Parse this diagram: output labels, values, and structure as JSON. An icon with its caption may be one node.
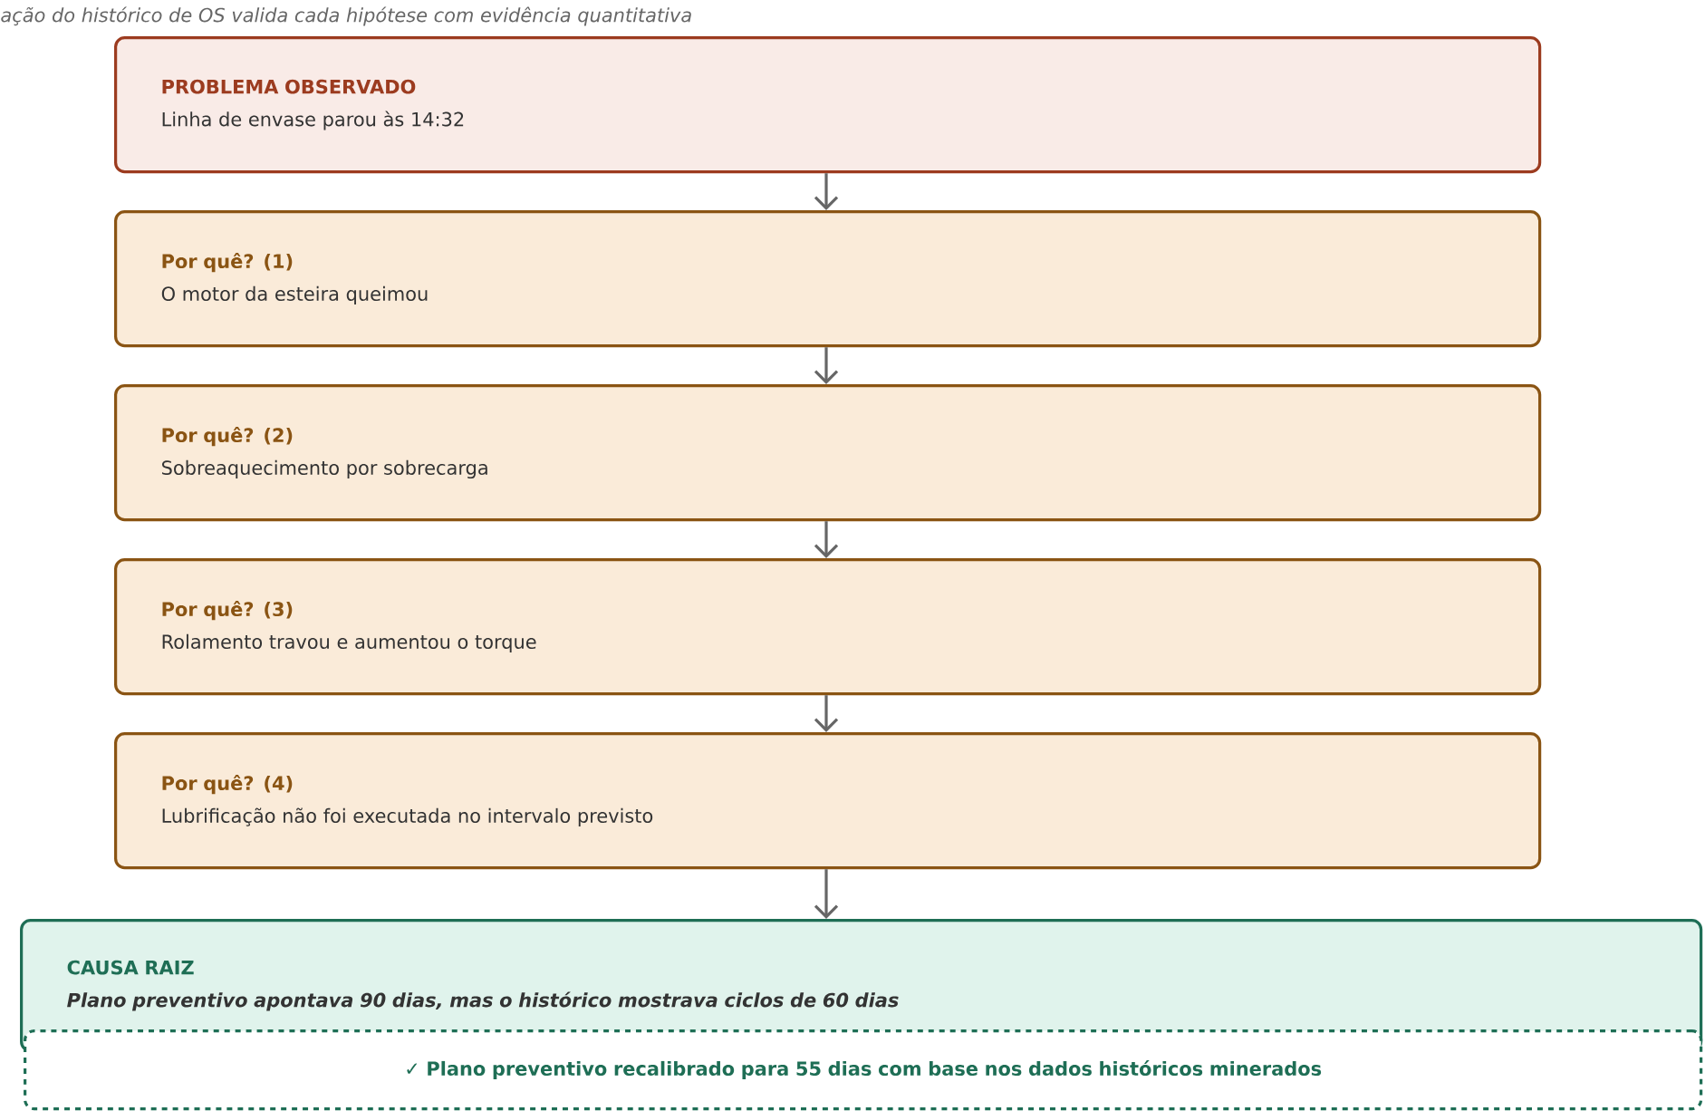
{
  "diagram": {
    "title": "ação do histórico de OS valida cada hipótese com evidência quantitativa",
    "nodes": [
      {
        "text": [
          "PROBLEMA OBSERVADO",
          "Linha de envase parou às 14:32"
        ]
      },
      {
        "text": [
          "Por quê? (1)",
          "O motor da esteira queimou"
        ]
      },
      {
        "text": [
          "Por quê? (2)",
          "Sobreaquecimento por sobrecarga"
        ]
      },
      {
        "text": [
          "Por quê? (3)",
          "Rolamento travou e aumentou o torque"
        ]
      },
      {
        "text": [
          "Por quê? (4)",
          "Lubrificação não foi executada no intervalo previsto"
        ]
      },
      {
        "text": [
          "CAUSA RAIZ",
          "Plano preventivo apontava 90 dias, mas o histórico mostrava ciclos de 60 dias"
        ]
      },
      {
        "text": [
          "✓  Plano preventivo recalibrado para 55 dias com base nos dados históricos minerados"
        ]
      }
    ],
    "edges": [
      {
        "from": 0,
        "to": 1,
        "arrow": "to"
      },
      {
        "from": 1,
        "to": 2,
        "arrow": "to"
      },
      {
        "from": 2,
        "to": 3,
        "arrow": "to"
      },
      {
        "from": 3,
        "to": 4,
        "arrow": "to"
      },
      {
        "from": 4,
        "to": 5,
        "arrow": "to"
      }
    ]
  }
}
